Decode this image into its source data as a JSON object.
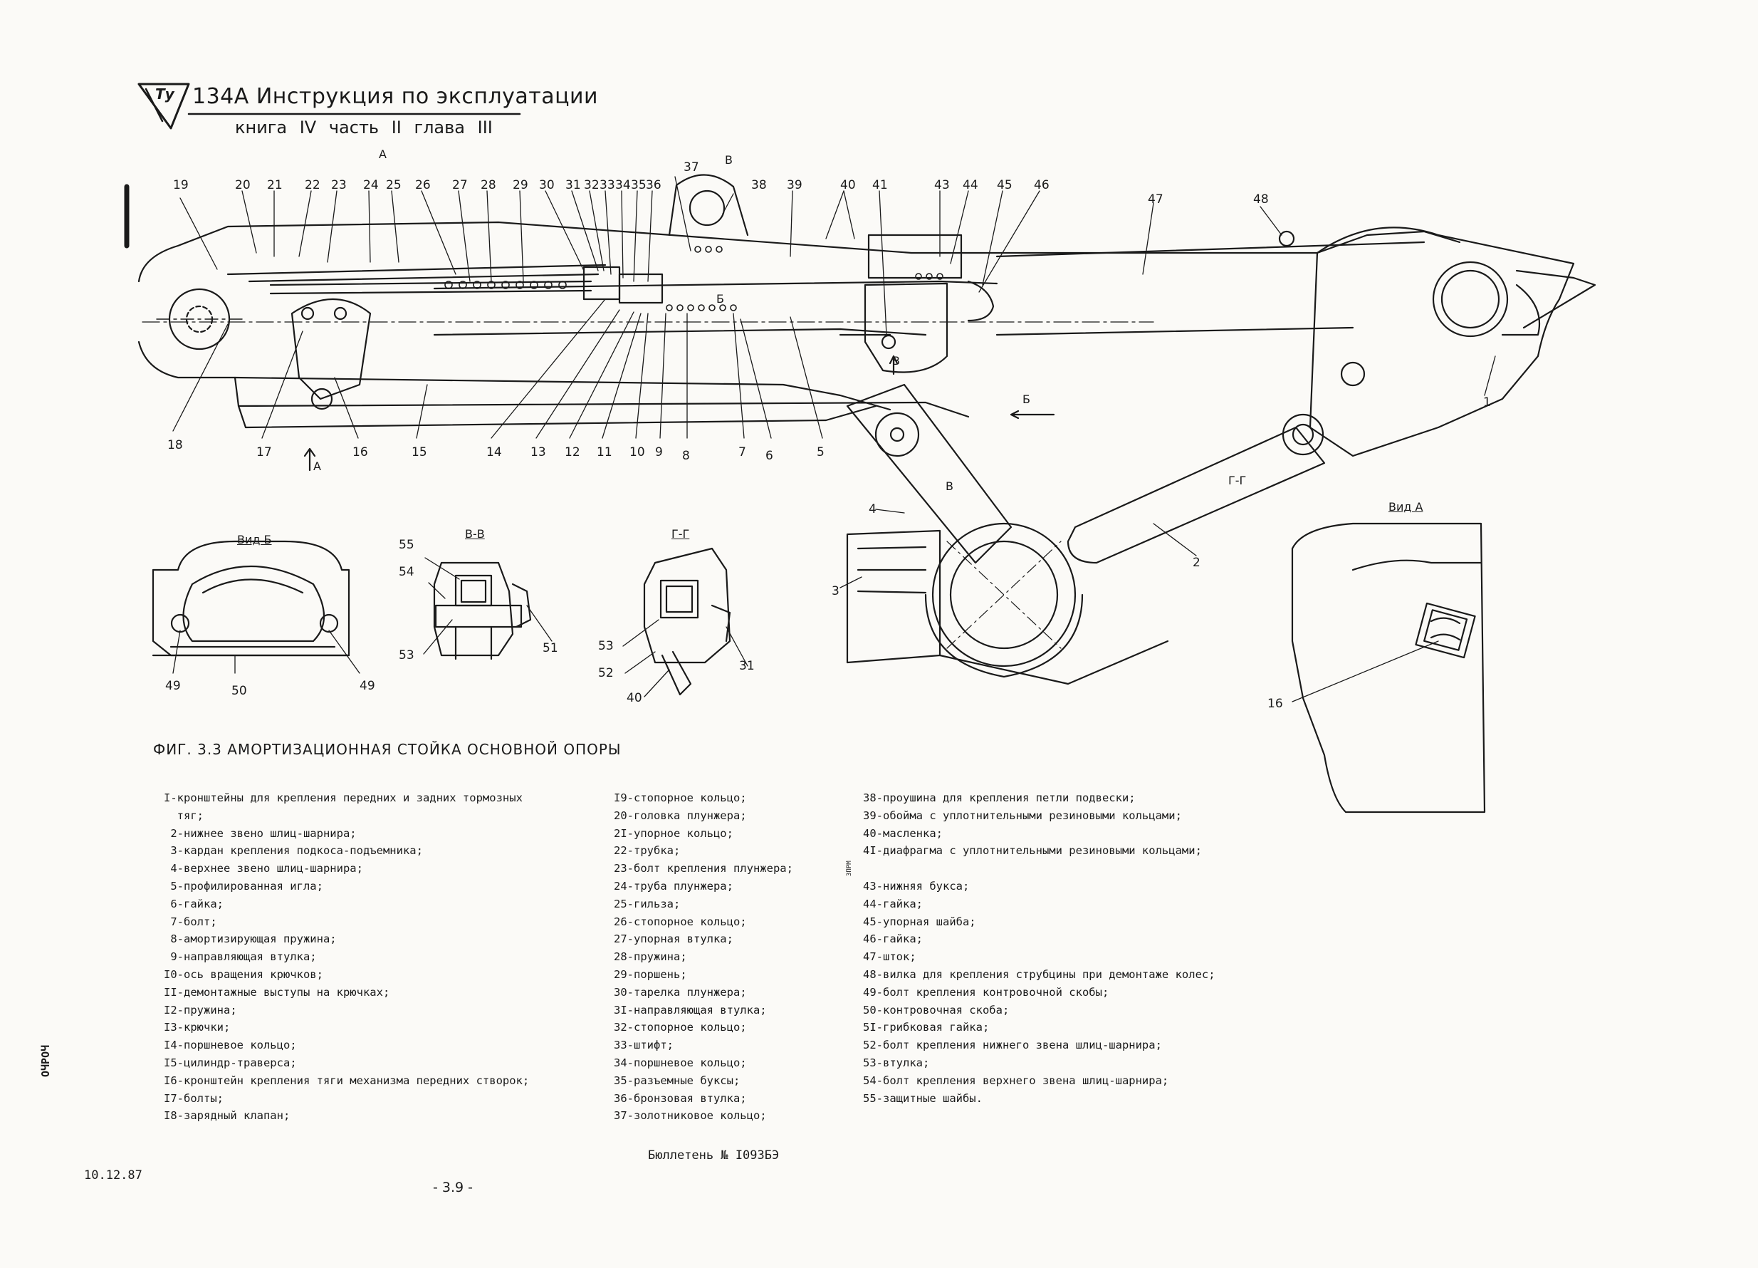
{
  "header": {
    "logo_text": "Ту",
    "title": "134А Инструкция по эксплуатации",
    "subtitle": "книга IV  часть II  глава III"
  },
  "callouts": {
    "main_top": [
      "19",
      "20",
      "21",
      "22",
      "23",
      "24",
      "25",
      "26",
      "27",
      "28",
      "29",
      "30",
      "31",
      "32",
      "33",
      "34",
      "35",
      "36",
      "37",
      "38",
      "39",
      "40",
      "41",
      "43",
      "44",
      "45",
      "46",
      "47",
      "48"
    ],
    "main_bottom": [
      "18",
      "17",
      "16",
      "15",
      "14",
      "13",
      "12",
      "11",
      "10",
      "9",
      "8",
      "7",
      "6",
      "5"
    ],
    "main_right": [
      "1",
      "2",
      "3",
      "4"
    ],
    "section_letters": [
      "А",
      "В",
      "Б",
      "Б",
      "В",
      "В",
      "Г-Г",
      "А"
    ],
    "view_b": [
      "49",
      "50",
      "49"
    ],
    "view_vv": [
      "55",
      "54",
      "53",
      "51"
    ],
    "view_gg": [
      "53",
      "52",
      "40",
      "31"
    ],
    "view_a": [
      "16"
    ]
  },
  "view_labels": {
    "view_b": "Вид Б",
    "view_vv": "В-В",
    "view_gg": "Г-Г",
    "view_a": "Вид А"
  },
  "figure_caption": "ФИГ. 3.3 АМОРТИЗАЦИОННАЯ СТОЙКА ОСНОВНОЙ ОПОРЫ",
  "legend": {
    "col1": [
      "I-кронштейны для крепления передних и задних тормозных",
      "  тяг;",
      " 2-нижнее звено шлиц-шарнира;",
      " 3-кардан крепления подкоса-подъемника;",
      " 4-верхнее звено шлиц-шарнира;",
      " 5-профилированная игла;",
      " 6-гайка;",
      " 7-болт;",
      " 8-амортизирующая пружина;",
      " 9-направляющая втулка;",
      "I0-ось вращения крючков;",
      "II-демонтажные выступы на крючках;",
      "I2-пружина;",
      "I3-крючки;",
      "I4-поршневое кольцо;",
      "I5-цилиндр-траверса;",
      "I6-кронштейн крепления тяги механизма передних створок;",
      "I7-болты;",
      "I8-зарядный клапан;"
    ],
    "col2": [
      "I9-стопорное кольцо;",
      "20-головка плунжера;",
      "2I-упорное кольцо;",
      "22-трубка;",
      "23-болт крепления плунжера;",
      "24-труба плунжера;",
      "25-гильза;",
      "26-стопорное кольцо;",
      "27-упорная втулка;",
      "28-пружина;",
      "29-поршень;",
      "30-тарелка плунжера;",
      "3I-направляющая втулка;",
      "32-стопорное кольцо;",
      "33-штифт;",
      "34-поршневое кольцо;",
      "35-разъемные буксы;",
      "36-бронзовая втулка;",
      "37-золотниковое кольцо;"
    ],
    "col3": [
      "38-проушина для крепления петли подвески;",
      "39-обойма с уплотнительными резиновыми кольцами;",
      "40-масленка;",
      "4I-диафрагма с уплотнительными резиновыми кольцами;",
      "",
      "43-нижняя букса;",
      "44-гайка;",
      "45-упорная шайба;",
      "46-гайка;",
      "47-шток;",
      "48-вилка для крепления струбцины при демонтаже колес;",
      "49-болт крепления контровочной скобы;",
      "50-контровочная скоба;",
      "5I-грибковая гайка;",
      "52-болт крепления нижнего звена шлиц-шарнира;",
      "53-втулка;",
      "54-болт крепления верхнего звена шлиц-шарнира;",
      "55-защитные шайбы."
    ]
  },
  "footer": {
    "bulletin": "Бюллетень № I093БЭ",
    "date": "10.12.87",
    "page": "- 3.9 -",
    "side_stamp": "ОЧРОЧ",
    "mid_stamp": "ЗПРМ"
  }
}
